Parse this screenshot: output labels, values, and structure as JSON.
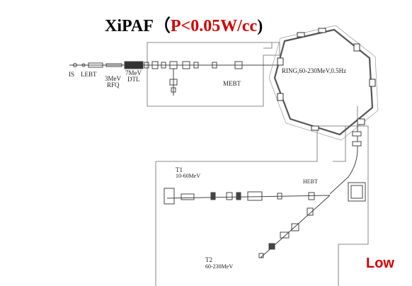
{
  "title": {
    "main": "XiPAF",
    "open": "（",
    "spec": "P<0.05W/cc",
    "close": ")"
  },
  "labels": {
    "is": "IS",
    "lebt": "LEBT",
    "rfq_energy": "3MeV",
    "rfq": "RFQ",
    "dtl_energy": "7MeV",
    "dtl": "DTL",
    "mebt": "MEBT",
    "ring": "RING,60-230MeV,0.5Hz",
    "t1": "T1",
    "t1_energy": "10-60MeV",
    "hebt": "HEBT",
    "t2": "T2",
    "t2_energy": "60-230MeV"
  },
  "corner_text": "Low",
  "colors": {
    "accent": "#d40000",
    "line": "#555555"
  }
}
